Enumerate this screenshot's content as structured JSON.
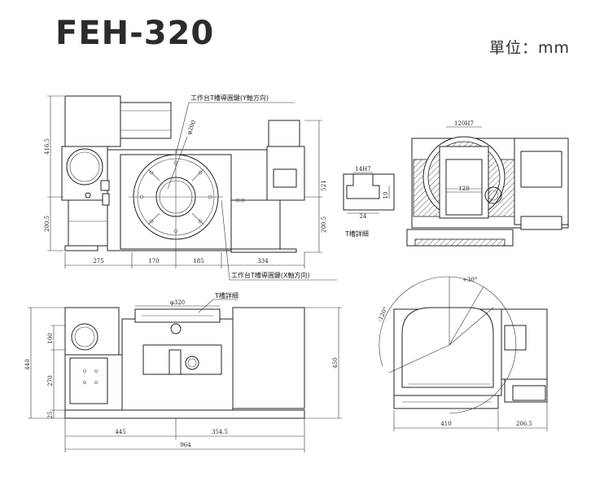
{
  "header": {
    "title": "FEH-320",
    "unit": "單位：mm"
  },
  "labels": {
    "y_slot_chain": "工作台T槽導圓鍵(Y軸方向)",
    "x_slot_chain": "工作台T槽導圓鍵(X軸方向)",
    "t_slot_detail_top": "T槽詳細",
    "t_slot_detail_front": "T槽詳細"
  },
  "dimensions": {
    "h_416_5": "416.5",
    "h_200_5_left": "200.5",
    "h_200_5_right": "200.5",
    "h_521": "521",
    "w_275": "275",
    "w_170": "170",
    "w_185": "185",
    "w_334": "334",
    "dia_200": "φ200",
    "dia_320": "φ320",
    "slot_120h7": "120H7",
    "slot_14h7": "14H7",
    "slot_24": "24",
    "slot_10": "10",
    "slot_120": "120",
    "h_100": "100",
    "h_270": "270",
    "h_440": "440",
    "h_25": "25",
    "h_450": "450",
    "w_445": "445",
    "w_354_5": "354.5",
    "w_964": "964",
    "angle_p30": "+30°",
    "angle_m120": "-120°",
    "w_410": "410",
    "w_206_5": "206.5"
  }
}
